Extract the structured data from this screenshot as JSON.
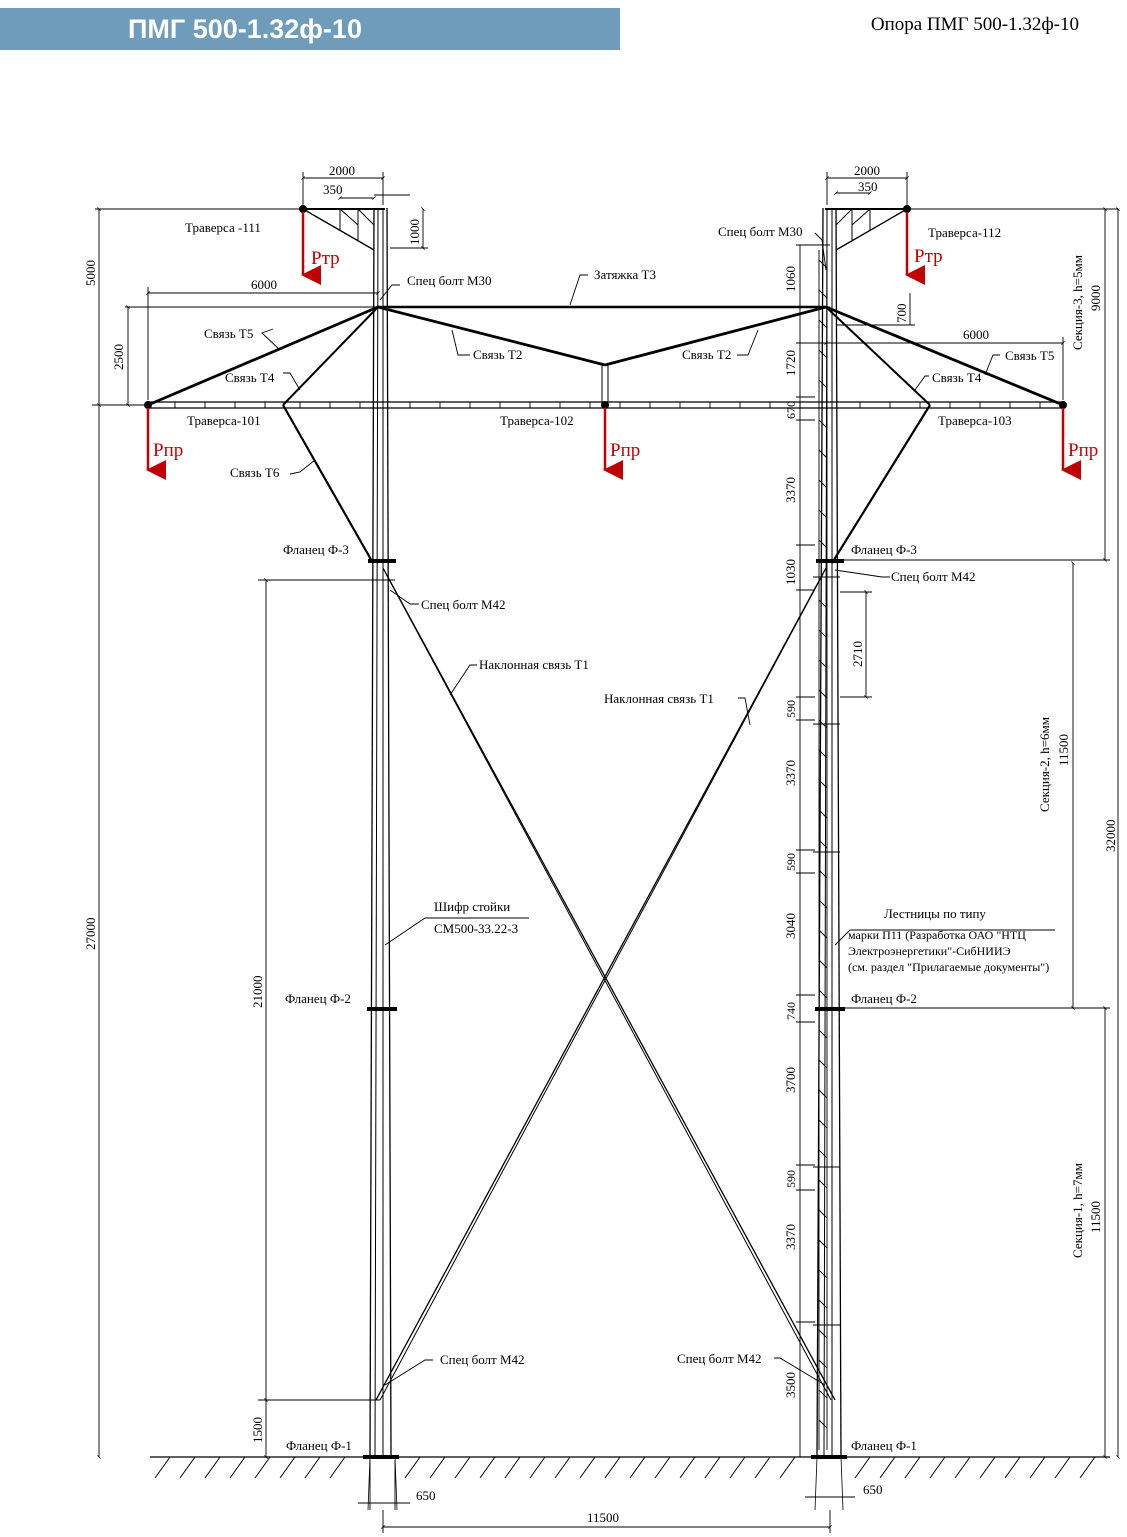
{
  "header": {
    "title": "ПМГ 500-1.32ф-10",
    "doc_label": "Опора ПМГ 500-1.32ф-10"
  },
  "labels": {
    "traverse_111": "Траверса -111",
    "traverse_112": "Траверса-112",
    "traverse_101": "Траверса-101",
    "traverse_102": "Траверса-102",
    "traverse_103": "Траверса-103",
    "bolt_m30": "Спец болт М30",
    "bolt_m42": "Спец болт М42",
    "tie_t3": "Затяжка Т3",
    "link_t2": "Связь Т2",
    "link_t4": "Связь Т4",
    "link_t5": "Связь Т5",
    "link_t6": "Связь Т6",
    "flange_f3": "Фланец  Ф-3",
    "flange_f2": "Фланец  Ф-2",
    "flange_f1": "Фланец  Ф-1",
    "inclined_t1": "Наклонная связь Т1",
    "post_code_1": "Шифр стойки",
    "post_code_2": "СМ500-33.22-3",
    "ladder_1": "Лестницы по типу",
    "ladder_2": "марки П11 (Разработка ОАО \"НТЦ",
    "ladder_3": "Электроэнергетики\"-СибНИИЭ",
    "ladder_4": "(см. раздел \"Прилагаемые документы\")",
    "section_3": "Секция-3, h=5мм",
    "section_2": "Секция-2, h=6мм",
    "section_1": "Секция-1, h=7мм"
  },
  "loads": {
    "ptr": "Ртр",
    "ppr": "Рпр"
  },
  "dims": {
    "d2000": "2000",
    "d350": "350",
    "d1000": "1000",
    "d5000": "5000",
    "d6000": "6000",
    "d2500": "2500",
    "d27000": "27000",
    "d21000": "21000",
    "d1500": "1500",
    "d650": "650",
    "d11500": "11500",
    "d1060": "1060",
    "d700": "700",
    "d1720": "1720",
    "d670": "670",
    "d3370": "3370",
    "d1030": "1030",
    "d2710": "2710",
    "d590": "590",
    "d3040": "3040",
    "d740": "740",
    "d3700": "3700",
    "d3500": "3500",
    "d9000": "9000",
    "d32000": "32000"
  },
  "colors": {
    "title_band": "#6e9cba",
    "load_arrow": "#c00000"
  }
}
